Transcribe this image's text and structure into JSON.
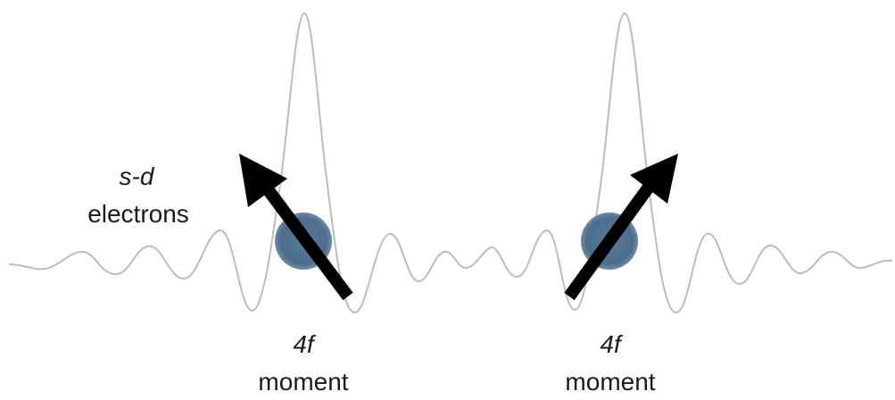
{
  "labels": {
    "sd_line1": "s-d",
    "sd_line2": "electrons",
    "left_moment_line1": "4f",
    "left_moment_line2": "moment",
    "right_moment_line1": "4f",
    "right_moment_line2": "moment"
  },
  "colors": {
    "wave": "#bcbcbc",
    "ion": "#4f6f8f",
    "arrow": "#000000",
    "text": "#1a1a1a"
  },
  "icons": {
    "ion": "circle",
    "moment": "arrow"
  }
}
